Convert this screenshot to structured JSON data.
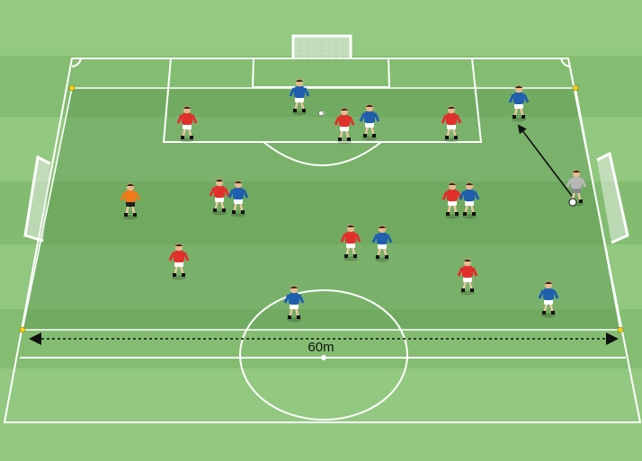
{
  "diagram": {
    "distance_label": "60m",
    "colors": {
      "grass_light": "#8cc47a",
      "grass_dark": "#7db66b",
      "zone_tint": "#5f9a52",
      "lines": "#ffffff",
      "cones": "#f2d31b",
      "red_team": "#e0302c",
      "blue_team": "#1f5fae",
      "goalkeeper_orange": "#f07a1a",
      "goalkeeper_grey": "#b8b8b8",
      "arrow": "#111111"
    },
    "teams": [
      "red",
      "blue"
    ],
    "icons": [
      "goal-icon",
      "player-icon",
      "ball-icon",
      "cone-icon",
      "arrow-icon"
    ]
  }
}
